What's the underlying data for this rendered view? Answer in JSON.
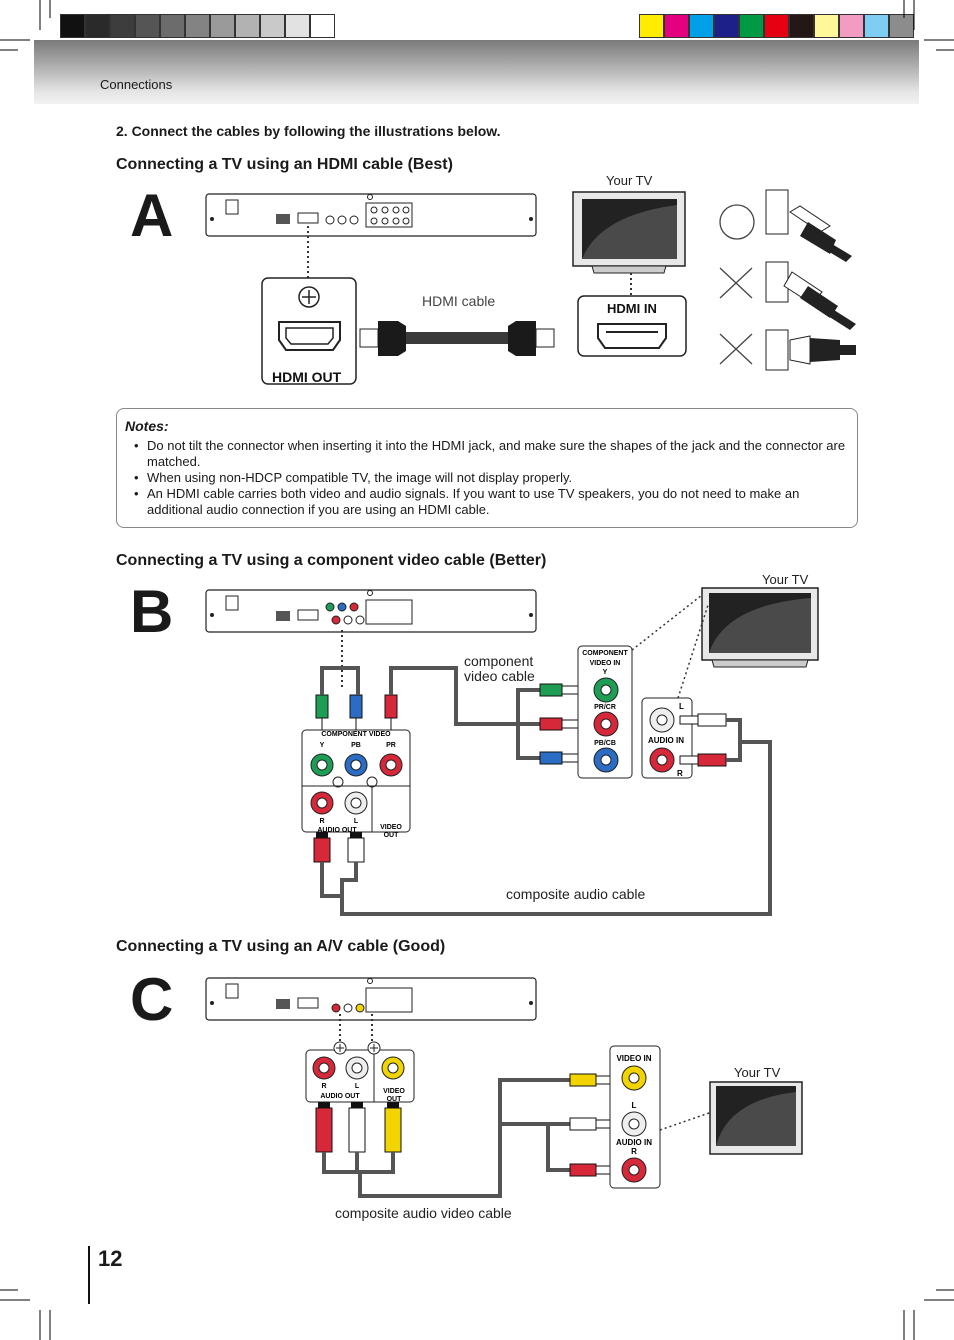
{
  "header": {
    "section": "Connections",
    "grayscale_swatches": [
      "#111111",
      "#2a2a2a",
      "#3d3d3d",
      "#555555",
      "#6c6c6c",
      "#838383",
      "#9a9a9a",
      "#b2b2b2",
      "#c9c9c9",
      "#e2e2e2",
      "#ffffff"
    ],
    "color_swatches": [
      "#ffec00",
      "#e4007f",
      "#00a0e9",
      "#1d2088",
      "#009944",
      "#e60012",
      "#231815",
      "#fff799",
      "#f29cc3",
      "#7ecef4",
      "#8c8c8c"
    ]
  },
  "step": "2. Connect the cables by following the illustrations below.",
  "section_a": {
    "heading": "Connecting a TV using an HDMI cable (Best)",
    "letter": "A",
    "tv_label": "Your TV",
    "cable_label": "HDMI cable",
    "out_label": "HDMI OUT",
    "in_label": "HDMI IN"
  },
  "notes": {
    "title": "Notes:",
    "items": [
      "Do not tilt the connector when inserting it into the HDMI jack, and make sure the shapes of the jack and the connector are matched.",
      "When using non-HDCP compatible TV, the image will not display properly.",
      "An HDMI cable carries both video and audio signals. If you want to use TV speakers, you do not need to make an additional audio connection if you are using an HDMI cable."
    ]
  },
  "section_b": {
    "heading": "Connecting a TV using a component video cable (Better)",
    "letter": "B",
    "tv_label": "Your TV",
    "component_cable_line1": "component",
    "component_cable_line2": "video cable",
    "audio_cable_label": "composite audio cable",
    "component_video_in_line1": "COMPONENT",
    "component_video_in_line2": "VIDEO IN",
    "jack_y": "Y",
    "jack_pr": "PR/CR",
    "jack_pb": "PB/CB",
    "audio_in": "AUDIO IN",
    "audio_in_l": "L",
    "audio_in_r": "R",
    "player_component": "COMPONENT VIDEO",
    "player_y": "Y",
    "player_pb": "PB",
    "player_pr": "PR",
    "player_r": "R",
    "player_l": "L",
    "player_audio_out": "AUDIO OUT",
    "player_video_out_line1": "VIDEO",
    "player_video_out_line2": "OUT"
  },
  "section_c": {
    "heading": "Connecting a TV using an A/V cable (Good)",
    "letter": "C",
    "tv_label": "Your TV",
    "cable_label": "composite audio video cable",
    "video_in": "VIDEO IN",
    "audio_in": "AUDIO IN",
    "audio_in_l": "L",
    "audio_in_r": "R",
    "player_r": "R",
    "player_l": "L",
    "player_audio_out": "AUDIO OUT",
    "player_video_out_line1": "VIDEO",
    "player_video_out_line2": "OUT"
  },
  "page_number": "12"
}
